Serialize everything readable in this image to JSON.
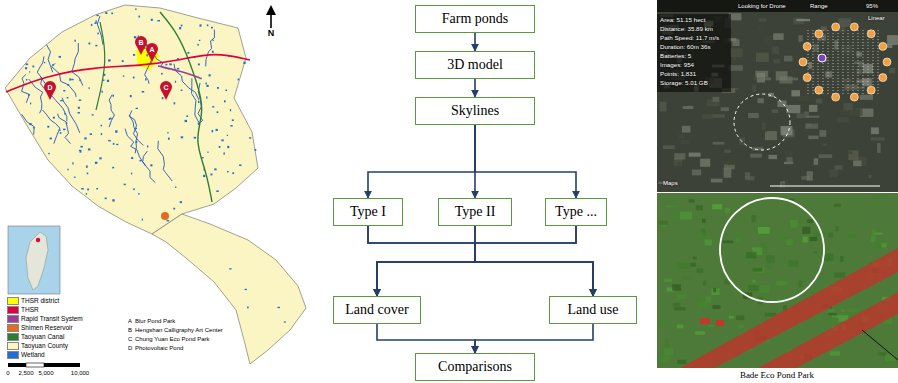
{
  "diagram": {
    "nodes": [
      {
        "text": [
          "Farm ponds"
        ]
      },
      {
        "text": [
          "3D model"
        ]
      },
      {
        "text": [
          "Skylines"
        ]
      },
      {
        "text": [
          "Type I"
        ]
      },
      {
        "text": [
          "Type II"
        ]
      },
      {
        "text": [
          "Type ..."
        ]
      },
      {
        "text": [
          "Land cover"
        ]
      },
      {
        "text": [
          "Land use"
        ]
      },
      {
        "text": [
          "Comparisons"
        ]
      }
    ],
    "edges": [
      {
        "from": 0,
        "to": 1,
        "arrow": "to"
      },
      {
        "from": 1,
        "to": 2,
        "arrow": "to"
      },
      {
        "from": 2,
        "to": 3,
        "arrow": "to"
      },
      {
        "from": 2,
        "to": 4,
        "arrow": "to"
      },
      {
        "from": 2,
        "to": 5,
        "arrow": "to"
      },
      {
        "from": 3,
        "to": 6,
        "arrow": "to"
      },
      {
        "from": 3,
        "to": 7,
        "arrow": "to"
      },
      {
        "from": 4,
        "to": 6,
        "arrow": "to"
      },
      {
        "from": 4,
        "to": 7,
        "arrow": "to"
      },
      {
        "from": 5,
        "to": 6,
        "arrow": "to"
      },
      {
        "from": 5,
        "to": 7,
        "arrow": "to"
      },
      {
        "from": 6,
        "to": 8,
        "arrow": "to"
      },
      {
        "from": 7,
        "to": 8,
        "arrow": "to"
      }
    ],
    "labels": [
      "N",
      "D",
      "B",
      "A",
      "C",
      "A",
      "Blur Pond Park",
      "B",
      "Hengshan Calligraphy Art Center",
      "C",
      "Chung Yuan Eco Pond Park",
      "D",
      "Photovoltaic Pond",
      "0",
      "2,500",
      "5,000",
      "10,000",
      "Looking for Drone",
      "Range",
      "95%",
      "Area: 51.15 hect",
      "Distance: 35.89 km",
      "Path Speed: 11.7 m/s",
      "Duration: 60m 36s",
      "Batteries: 5",
      "Images: 954",
      "Points: 1,831",
      "Storage: 5.01 GB",
      "Linear",
      "Maps",
      "Bade Eco Pond Park"
    ],
    "legend": [
      {
        "text": "THSR district",
        "color": "#ffff00"
      },
      {
        "text": "THSR",
        "color": "#e0003c"
      },
      {
        "text": "Rapid Transit System",
        "color": "#9b3f96"
      },
      {
        "text": "Shimen Reservoir",
        "color": "#e36c1e"
      },
      {
        "text": "Taoyuan Canal",
        "color": "#2e7d32"
      },
      {
        "text": "Taoyuan County",
        "color": "#fbf5c4"
      },
      {
        "text": "Wetland",
        "color": "#1f6fd1"
      }
    ]
  }
}
